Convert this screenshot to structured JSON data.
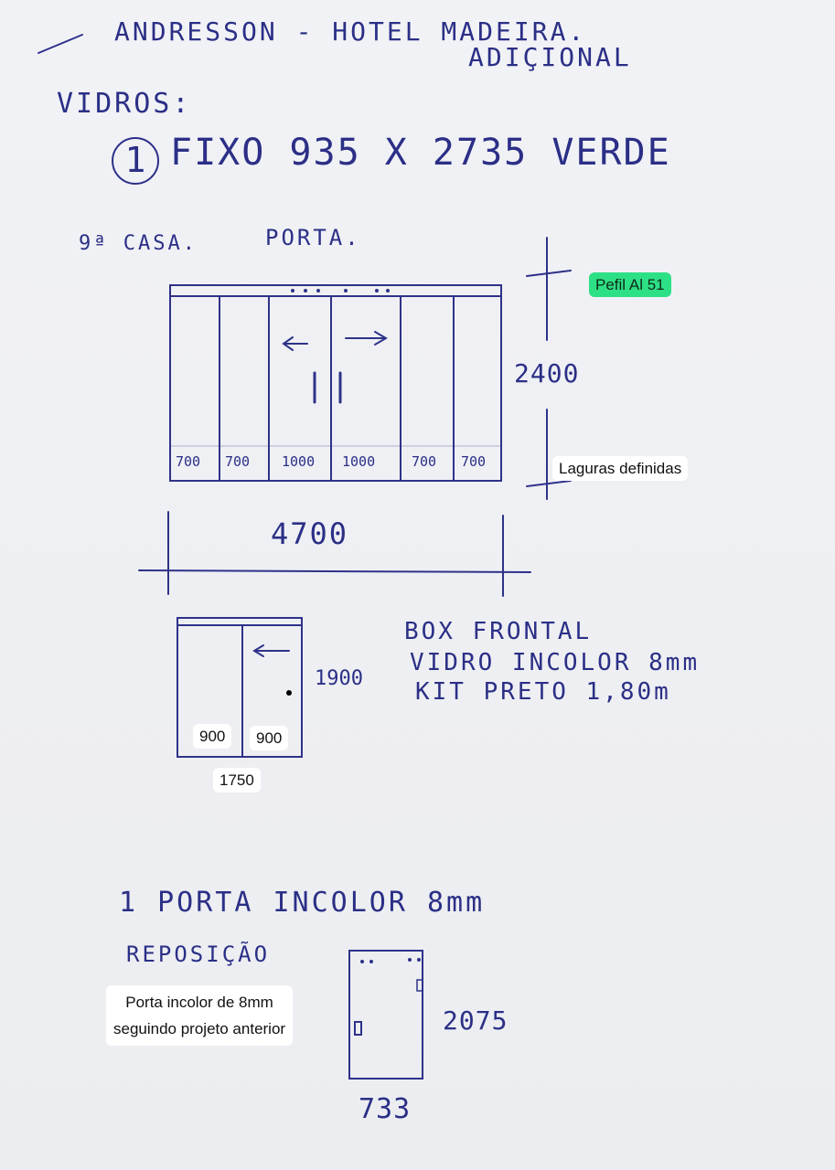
{
  "header": {
    "client": "ANDRESSON - HOTEL MADEIRA.",
    "subtitle": "ADIÇIONAL",
    "section": "VIDROS:"
  },
  "item1": {
    "number": "1",
    "text": "FIXO 935 X 2735 VERDE"
  },
  "door_section": {
    "location": "9ª CASA.",
    "title": "PORTA.",
    "height": "2400",
    "total_width": "4700",
    "panel_widths": [
      "700",
      "700",
      "1000",
      "1000",
      "700",
      "700"
    ],
    "annotations": {
      "profile": "Pefil Al 51",
      "widths": "Laguras definidas"
    }
  },
  "box_section": {
    "height": "1900",
    "panel_widths": [
      "900",
      "900"
    ],
    "total_width": "1750",
    "notes": [
      "BOX FRONTAL",
      "VIDRO INCOLOR 8mm",
      "KIT PRETO 1,80m"
    ]
  },
  "replacement_section": {
    "title": "1 PORTA INCOLOR 8mm",
    "subtitle": "REPOSIÇÃO",
    "height": "2075",
    "width": "733",
    "annotation_lines": [
      "Porta incolor  de 8mm",
      "seguindo projeto anterior"
    ]
  },
  "colors": {
    "ink": "#2b2f86",
    "highlight": "#2ee085",
    "paper": "#eeeff3"
  }
}
